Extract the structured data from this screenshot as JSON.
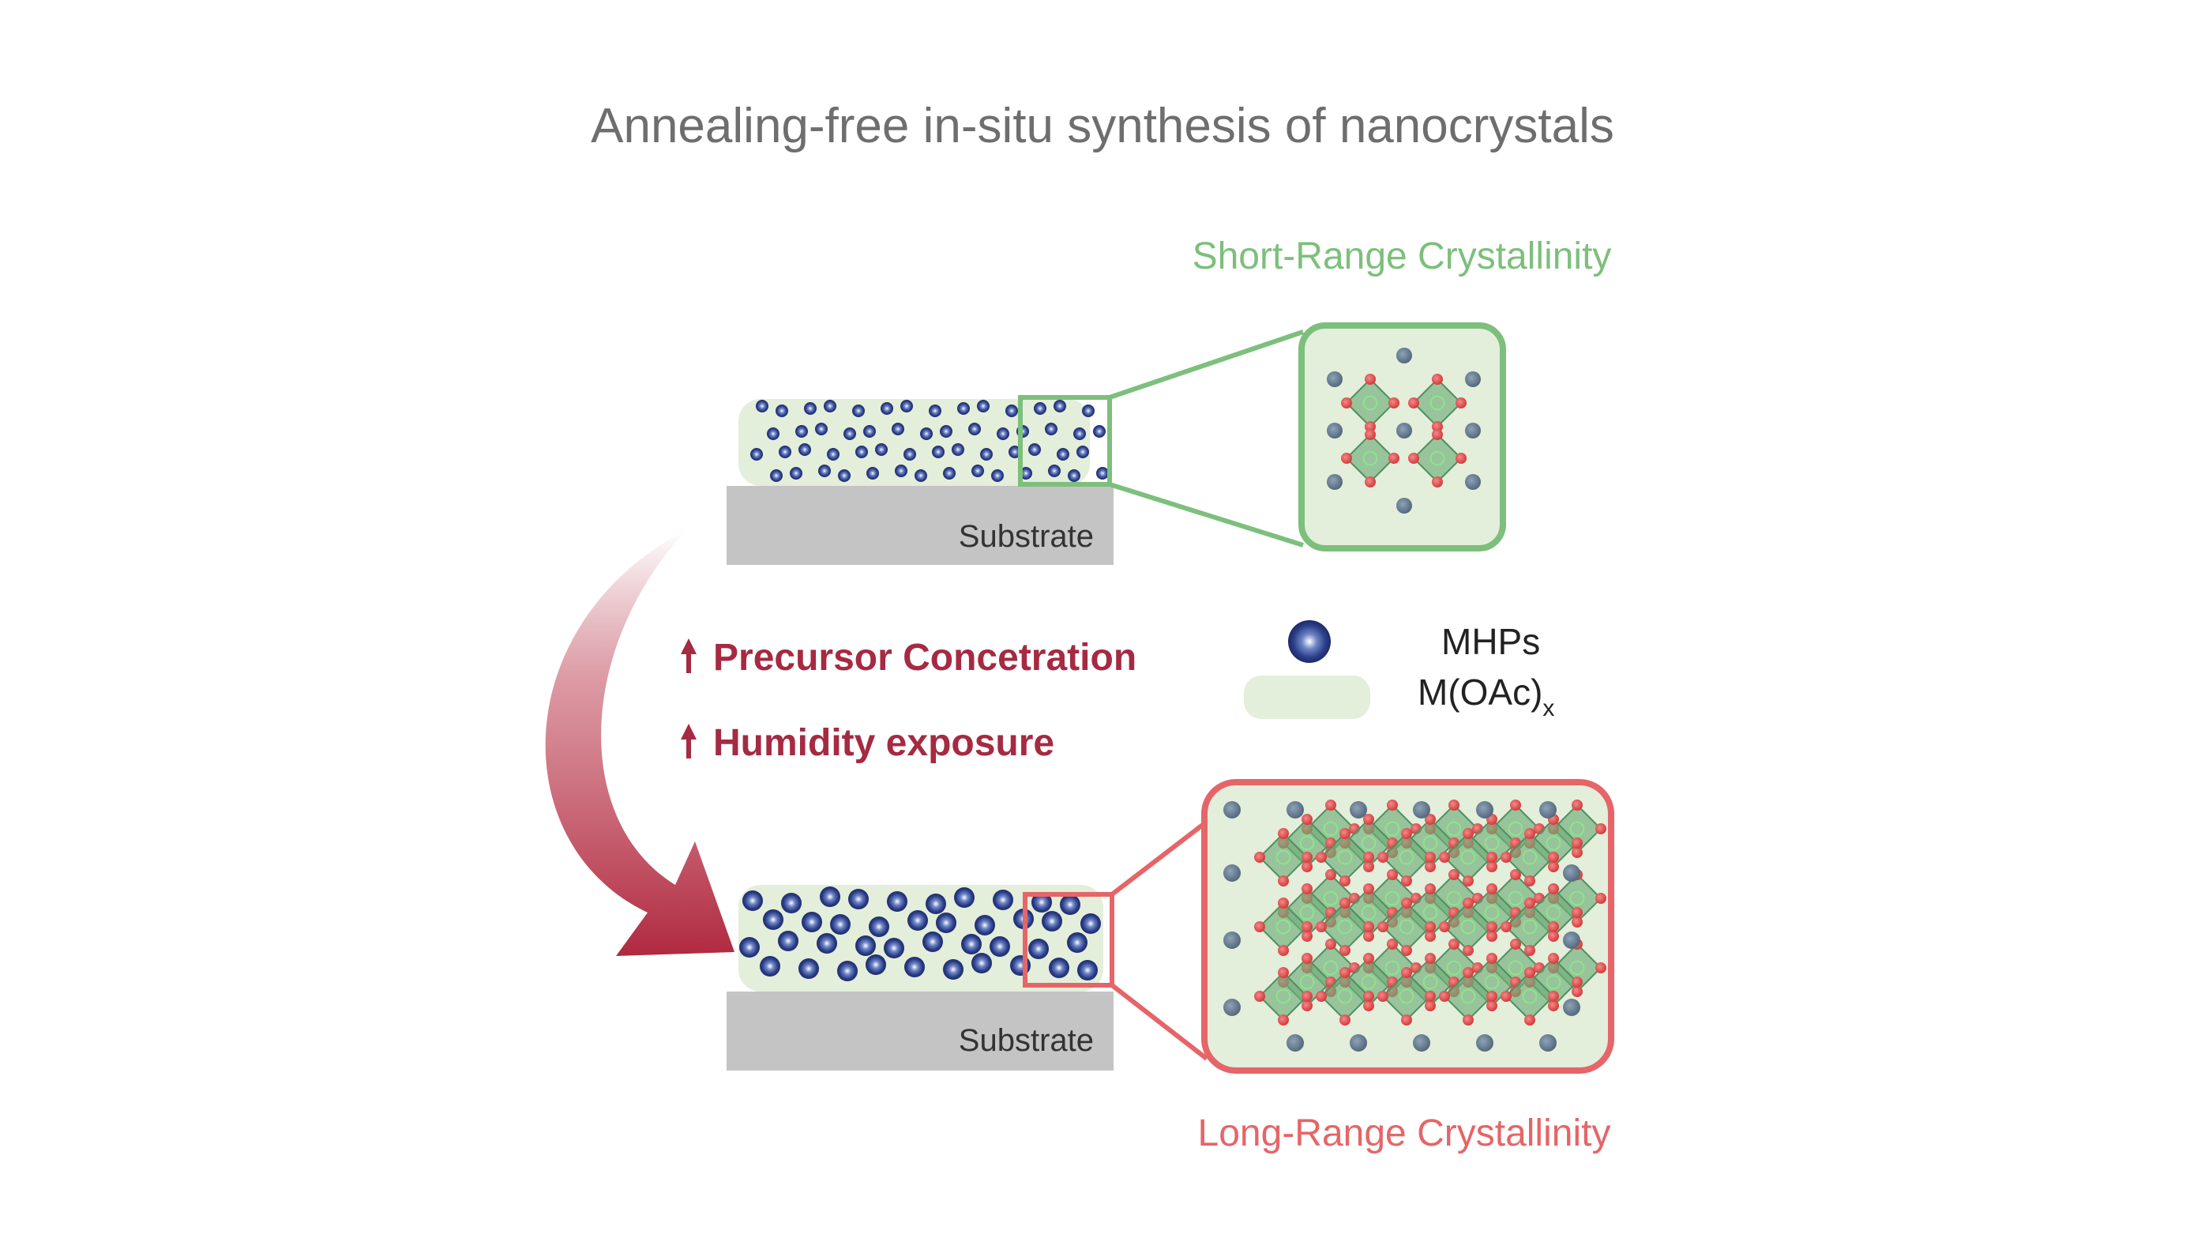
{
  "title": "Annealing-free in-situ synthesis of nanocrystals",
  "short_range_label": "Short-Range Crystallinity",
  "long_range_label": "Long-Range Crystallinity",
  "substrate_label": "Substrate",
  "conditions": {
    "precursor": "Precursor Concetration",
    "humidity": "Humidity exposure"
  },
  "legend": {
    "mhps": "MHPs",
    "moac_main": "M(OAc)",
    "moac_sub": "x"
  },
  "colors": {
    "film": "#e3eedb",
    "substrate": "#c4c4c4",
    "particle": "#2c3f8a",
    "short_range": "#7dbf7c",
    "long_range": "#e56568",
    "condition_text": "#a52a42",
    "arrow": "#b0293f"
  }
}
